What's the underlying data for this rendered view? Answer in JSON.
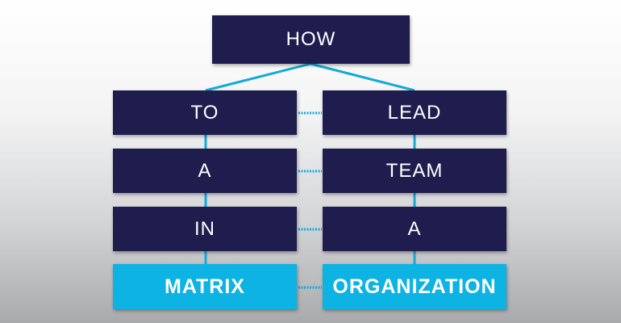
{
  "colors": {
    "primary": "#1e1d4d",
    "accent": "#0db3e2",
    "connector": "#14a9d8"
  },
  "root": {
    "label": "HOW"
  },
  "left": [
    {
      "label": "TO"
    },
    {
      "label": "A"
    },
    {
      "label": "IN"
    },
    {
      "label": "MATRIX"
    }
  ],
  "right": [
    {
      "label": "LEAD"
    },
    {
      "label": "TEAM"
    },
    {
      "label": "A"
    },
    {
      "label": "ORGANIZATION"
    }
  ]
}
